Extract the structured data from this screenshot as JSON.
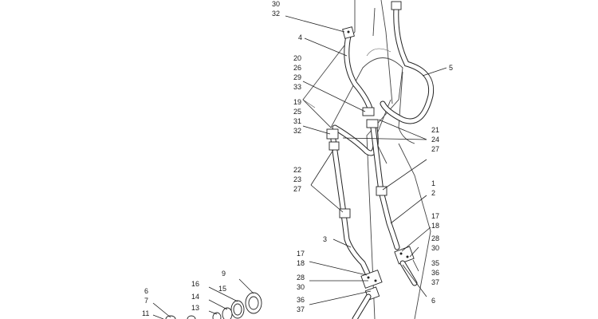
{
  "callouts": [
    {
      "id": "c-30a",
      "text": "30"
    },
    {
      "id": "c-32a",
      "text": "32"
    },
    {
      "id": "c-4",
      "text": "4"
    },
    {
      "id": "c-5",
      "text": "5"
    },
    {
      "id": "c-20",
      "text": "20"
    },
    {
      "id": "c-26",
      "text": "26"
    },
    {
      "id": "c-29",
      "text": "29"
    },
    {
      "id": "c-33",
      "text": "33"
    },
    {
      "id": "c-19",
      "text": "19"
    },
    {
      "id": "c-25",
      "text": "25"
    },
    {
      "id": "c-31",
      "text": "31"
    },
    {
      "id": "c-32b",
      "text": "32"
    },
    {
      "id": "c-21",
      "text": "21"
    },
    {
      "id": "c-24",
      "text": "24"
    },
    {
      "id": "c-27a",
      "text": "27"
    },
    {
      "id": "c-22",
      "text": "22"
    },
    {
      "id": "c-23",
      "text": "23"
    },
    {
      "id": "c-27b",
      "text": "27"
    },
    {
      "id": "c-1",
      "text": "1"
    },
    {
      "id": "c-2",
      "text": "2"
    },
    {
      "id": "c-17a",
      "text": "17"
    },
    {
      "id": "c-18a",
      "text": "18"
    },
    {
      "id": "c-3",
      "text": "3"
    },
    {
      "id": "c-28a",
      "text": "28"
    },
    {
      "id": "c-30b",
      "text": "30"
    },
    {
      "id": "c-17b",
      "text": "17"
    },
    {
      "id": "c-18b",
      "text": "18"
    },
    {
      "id": "c-35",
      "text": "35"
    },
    {
      "id": "c-36a",
      "text": "36"
    },
    {
      "id": "c-37a",
      "text": "37"
    },
    {
      "id": "c-28b",
      "text": "28"
    },
    {
      "id": "c-30c",
      "text": "30"
    },
    {
      "id": "c-36b",
      "text": "36"
    },
    {
      "id": "c-37b",
      "text": "37"
    },
    {
      "id": "c-6a",
      "text": "6"
    },
    {
      "id": "c-9",
      "text": "9"
    },
    {
      "id": "c-16",
      "text": "16"
    },
    {
      "id": "c-15",
      "text": "15"
    },
    {
      "id": "c-14",
      "text": "14"
    },
    {
      "id": "c-13",
      "text": "13"
    },
    {
      "id": "c-6b",
      "text": "6"
    },
    {
      "id": "c-7",
      "text": "7"
    },
    {
      "id": "c-11",
      "text": "11"
    }
  ]
}
